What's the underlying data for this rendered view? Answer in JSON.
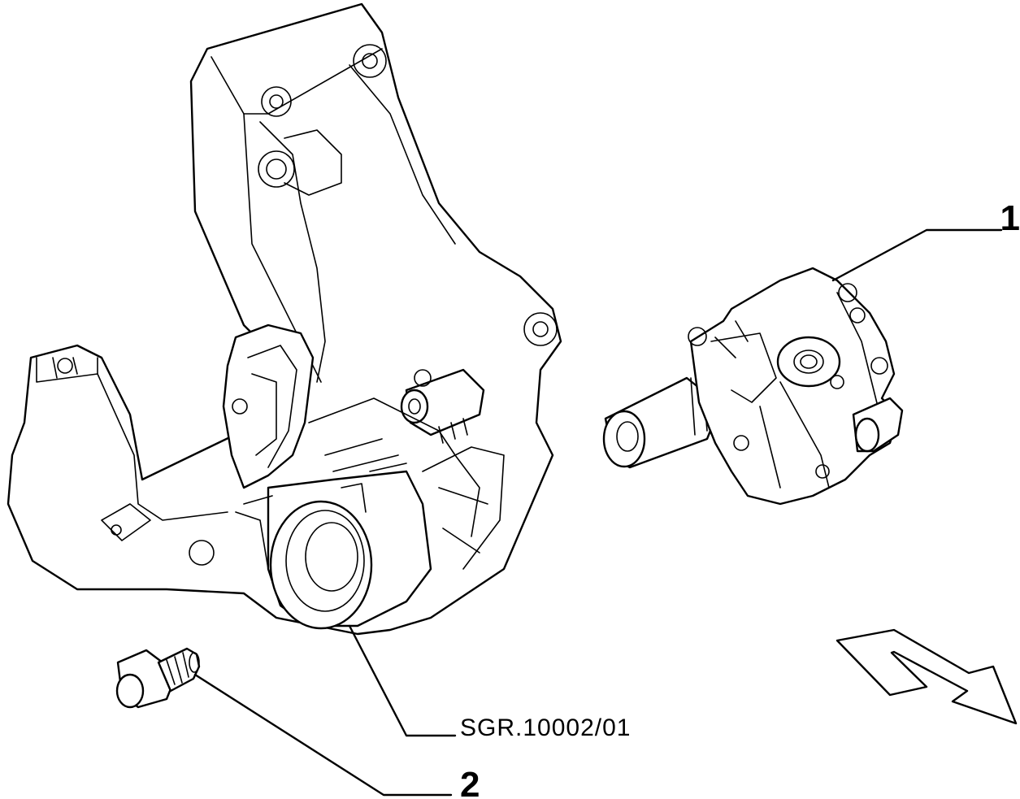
{
  "callouts": {
    "part1": "1",
    "part2": "2",
    "reference": "SGR.10002/01"
  }
}
